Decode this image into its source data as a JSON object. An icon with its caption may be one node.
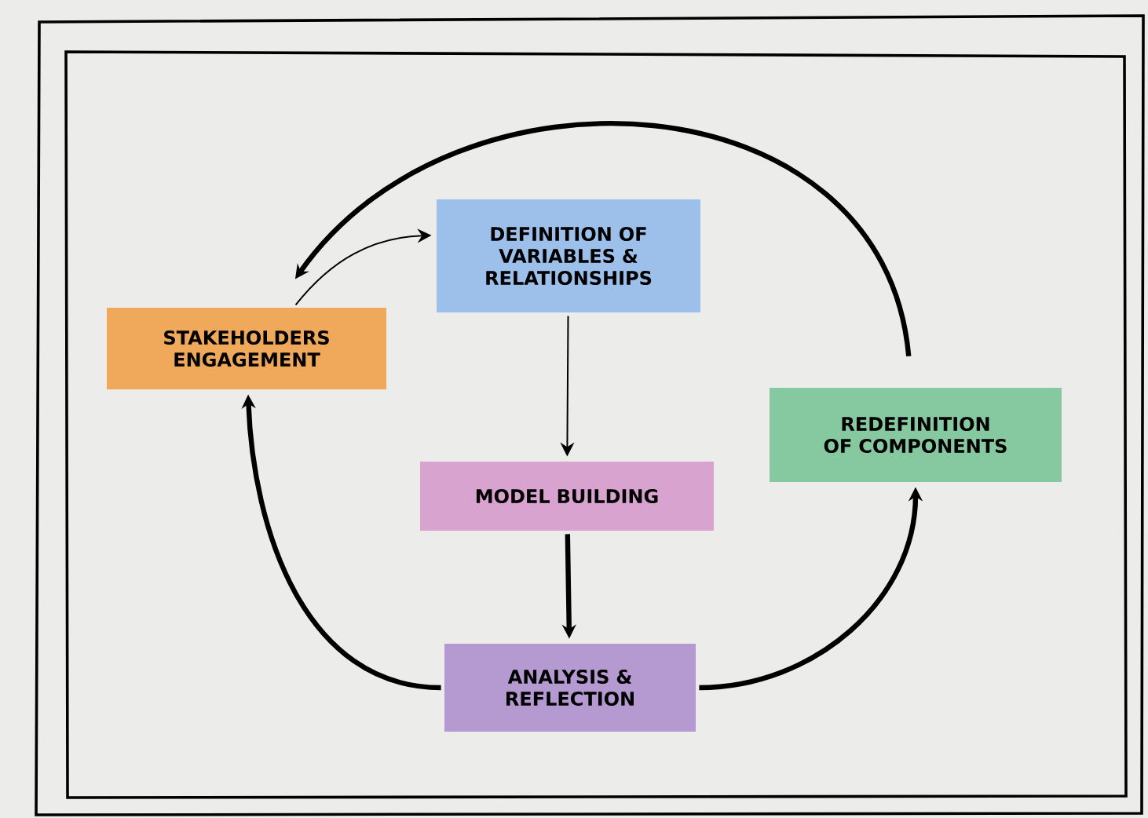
{
  "diagram": {
    "nodes": [
      {
        "text": [
          "STAKEHOLDERS ENGAGEMENT"
        ]
      },
      {
        "text": [
          "DEFINITION OF VARIABLES & RELATIONSHIPS"
        ]
      },
      {
        "text": [
          "MODEL BUILDING"
        ]
      },
      {
        "text": [
          "ANALYSIS & REFLECTION"
        ]
      },
      {
        "text": [
          "REDEFINITION OF COMPONENTS"
        ]
      }
    ],
    "edges": [
      {
        "from": 0,
        "to": 1,
        "arrow": "to"
      },
      {
        "from": 1,
        "to": 2,
        "arrow": "to"
      },
      {
        "from": 2,
        "to": 3,
        "arrow": "to"
      },
      {
        "from": 3,
        "to": 0,
        "arrow": "to"
      },
      {
        "from": 3,
        "to": 4,
        "arrow": "to"
      },
      {
        "from": 4,
        "to": 0,
        "arrow": "to"
      }
    ]
  }
}
